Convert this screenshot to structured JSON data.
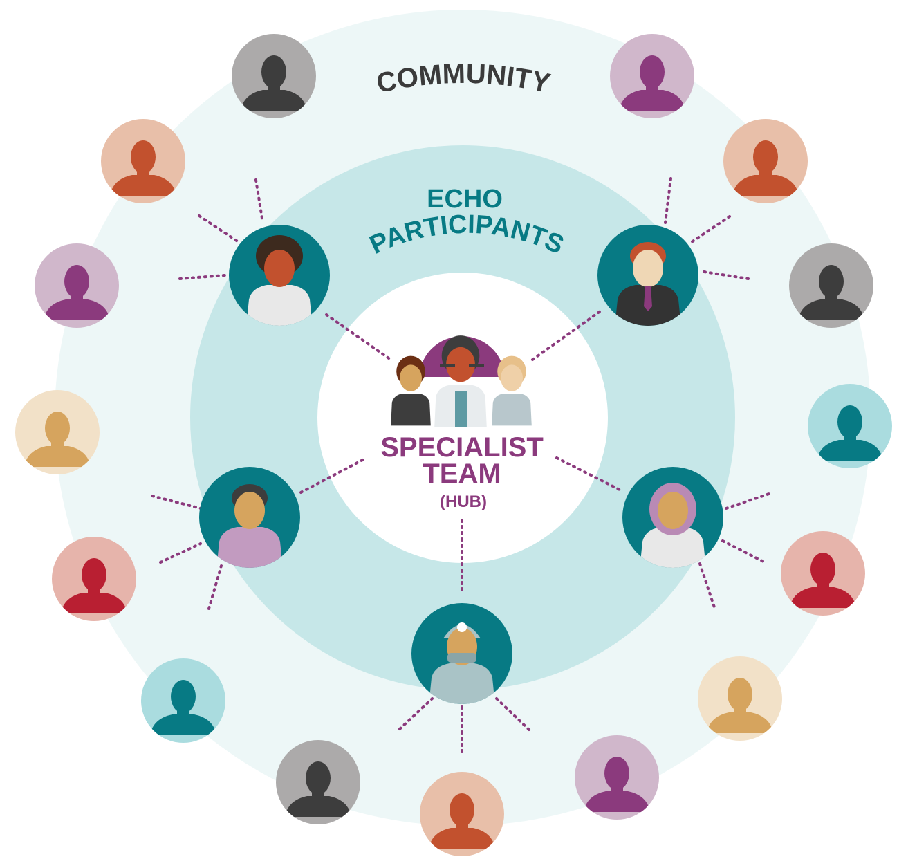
{
  "labels": {
    "community": "COMMUNITY",
    "echo_line1": "ECHO",
    "echo_line2": "PARTICIPANTS",
    "hub_line1": "SPECIALIST",
    "hub_line2": "TEAM",
    "hub_line3": "(HUB)"
  },
  "colors": {
    "outer_ring": "#edf7f7",
    "middle_ring": "#c6e7e8",
    "inner_circle": "#ffffff",
    "participant_bg": "#077a84",
    "dots": "#8b3a7d",
    "community_text": "#3b3b3b",
    "echo_text": "#077a84",
    "hub_text": "#8b3a7d"
  },
  "palettes": {
    "gray": {
      "bg": "#acaaaa",
      "fg": "#3d3d3d"
    },
    "purple": {
      "bg": "#d0b7cb",
      "fg": "#8b3a7d"
    },
    "orange": {
      "bg": "#e8bfa9",
      "fg": "#c2512e"
    },
    "tan": {
      "bg": "#f2e1c8",
      "fg": "#d6a45e"
    },
    "teal": {
      "bg": "#aadcdf",
      "fg": "#077a84"
    },
    "red": {
      "bg": "#e6b4ab",
      "fg": "#b91f32"
    }
  },
  "community_members": [
    "gray",
    "purple",
    "orange",
    "orange",
    "purple",
    "gray",
    "tan",
    "teal",
    "red",
    "red",
    "teal",
    "tan",
    "gray",
    "purple",
    "orange"
  ],
  "participants": [
    "doctor-curly-hair",
    "man-in-suit",
    "nurse",
    "doctor-hijab",
    "surgeon"
  ]
}
